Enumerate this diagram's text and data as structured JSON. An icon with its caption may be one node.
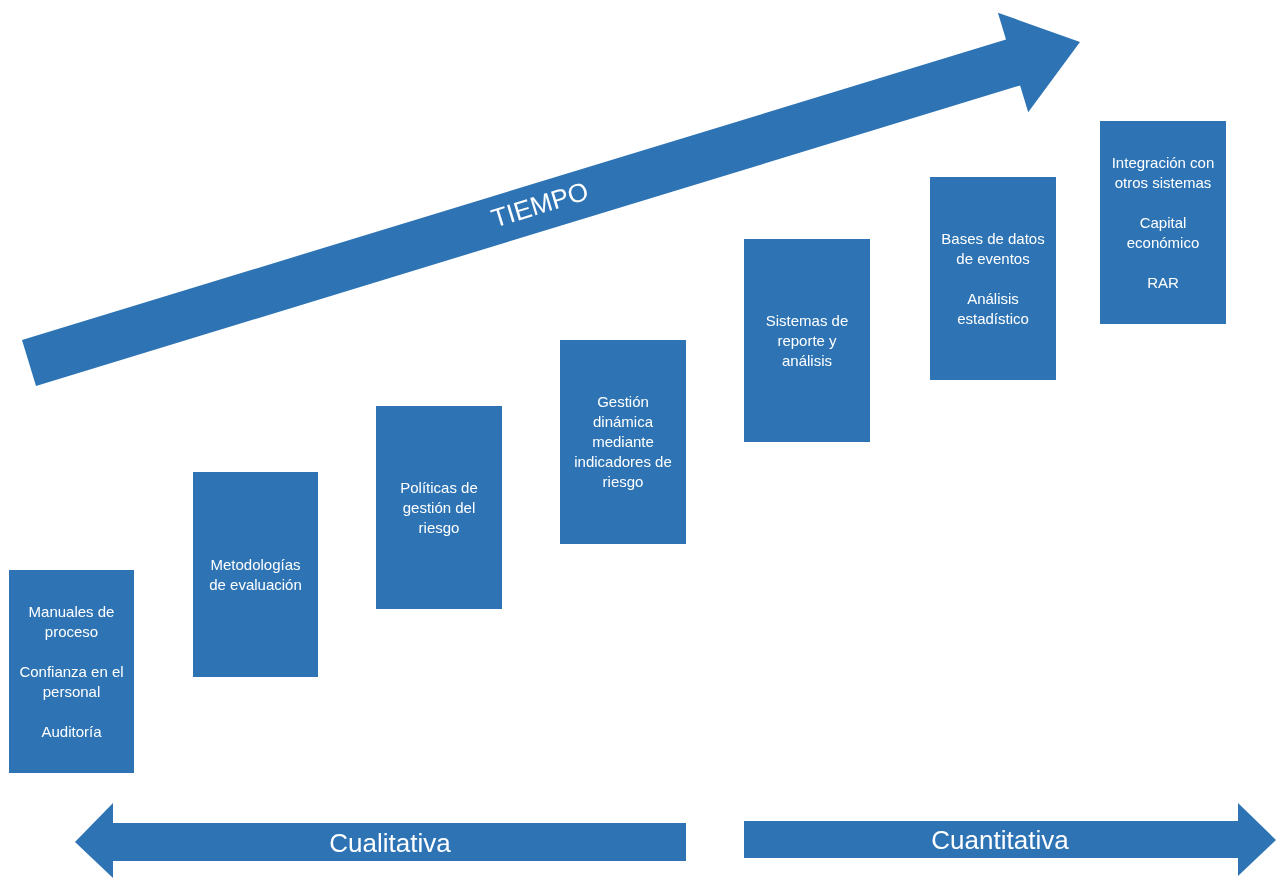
{
  "diagram": {
    "nodes": [
      {
        "text": [
          "Manuales de proceso",
          "Confianza en el personal",
          "Auditoría"
        ]
      },
      {
        "text": [
          "Metodologías de evaluación"
        ]
      },
      {
        "text": [
          "Políticas de gestión del riesgo"
        ]
      },
      {
        "text": [
          "Gestión dinámica mediante indicadores de riesgo"
        ]
      },
      {
        "text": [
          "Sistemas de reporte y análisis"
        ]
      },
      {
        "text": [
          "Bases de datos de eventos",
          "Análisis estadístico"
        ]
      },
      {
        "text": [
          "Integración con otros sistemas",
          "Capital económico",
          "RAR"
        ]
      }
    ],
    "edges": [],
    "labels": [
      "TIEMPO",
      "Cualitativa",
      "Cuantitativa"
    ]
  }
}
